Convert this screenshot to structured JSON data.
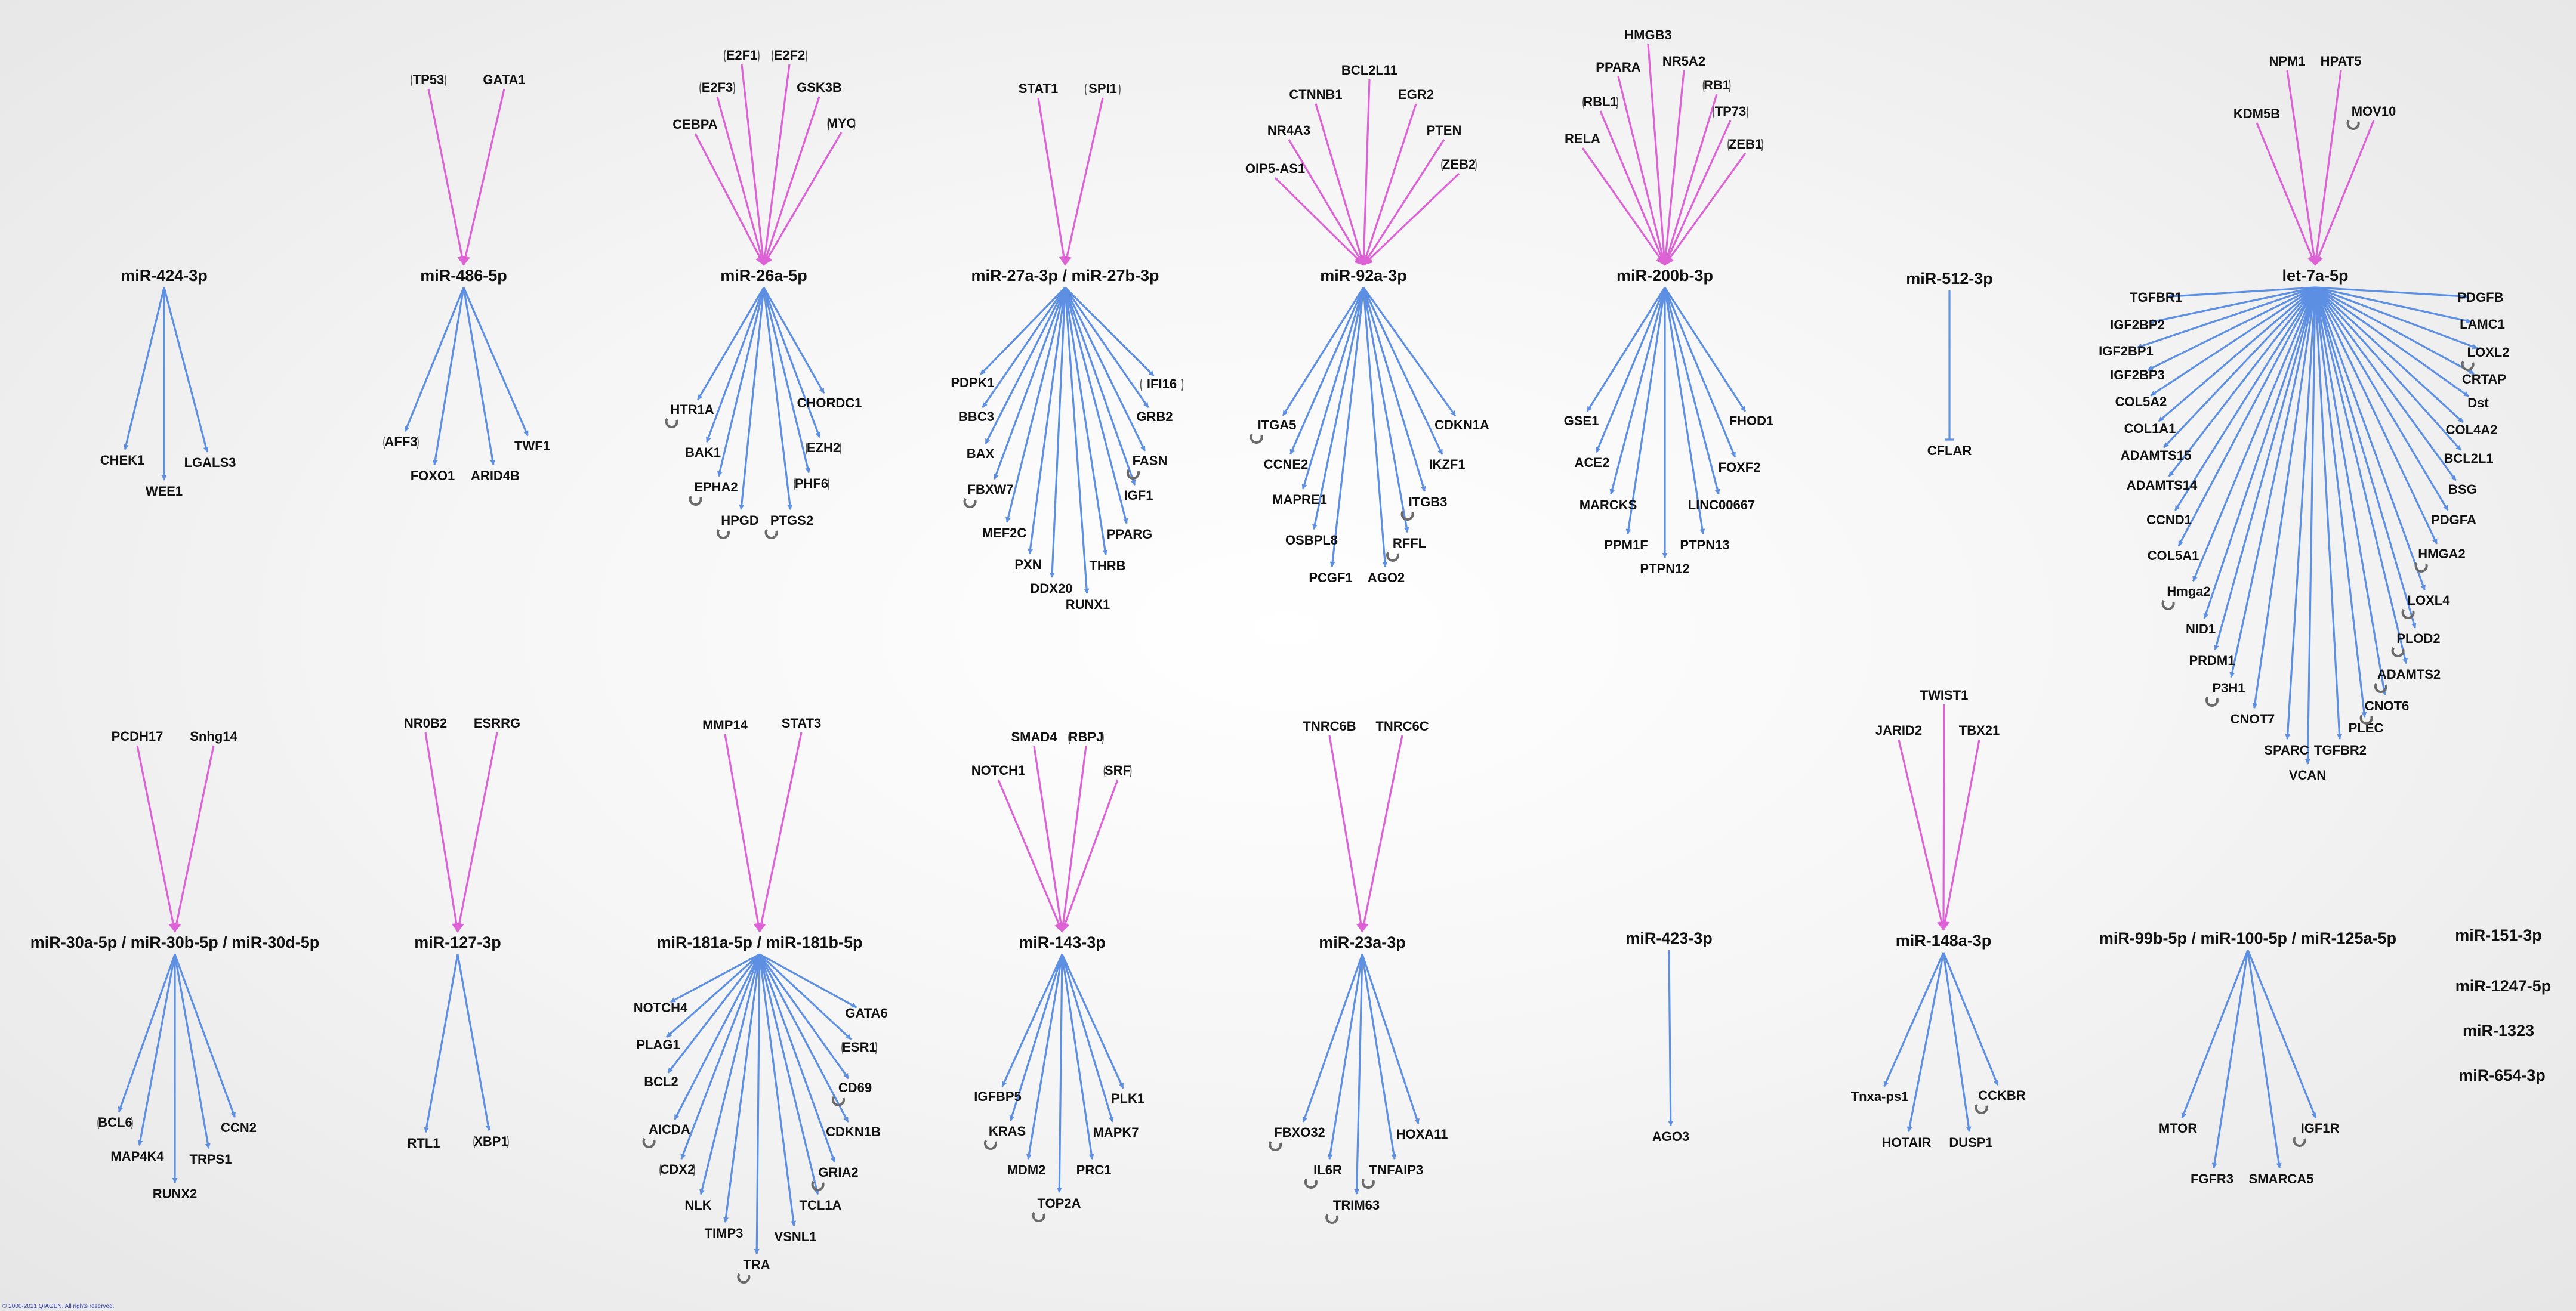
{
  "colors": {
    "upstream": "#dd62d6",
    "downstream": "#5d8fe3",
    "self_loop": "#6a6a6a",
    "text": "#111111"
  },
  "copyright": "© 2000-2021 QIAGEN. All rights reserved.",
  "clusters": [
    {
      "hub": "miR-424-3p",
      "upstream": [],
      "targets": [
        "CHEK1",
        "WEE1",
        "LGALS3"
      ]
    },
    {
      "hub": "miR-486-5p",
      "upstream": [
        "TP53",
        "GATA1"
      ],
      "targets": [
        "AFF3",
        "FOXO1",
        "ARID4B",
        "TWF1"
      ]
    },
    {
      "hub": "miR-26a-5p",
      "upstream": [
        "E2F1",
        "E2F2",
        "E2F3",
        "GSK3B",
        "CEBPA",
        "MYC"
      ],
      "targets": [
        "HTR1A",
        "BAK1",
        "EPHA2",
        "HPGD",
        "PTGS2",
        "PHF6",
        "EZH2",
        "CHORDC1"
      ]
    },
    {
      "hub": "miR-27a-3p / miR-27b-3p",
      "upstream": [
        "STAT1",
        "SPI1"
      ],
      "targets": [
        "PDPK1",
        "BBC3",
        "BAX",
        "FBXW7",
        "MEF2C",
        "PXN",
        "DDX20",
        "RUNX1",
        "THRB",
        "PPARG",
        "IGF1",
        "FASN",
        "GRB2",
        "IFI16"
      ]
    },
    {
      "hub": "miR-92a-3p",
      "upstream": [
        "BCL2L11",
        "CTNNB1",
        "EGR2",
        "NR4A3",
        "PTEN",
        "OIP5-AS1",
        "ZEB2"
      ],
      "targets": [
        "ITGA5",
        "CCNE2",
        "MAPRE1",
        "OSBPL8",
        "PCGF1",
        "AGO2",
        "RFFL",
        "ITGB3",
        "IKZF1",
        "CDKN1A"
      ]
    },
    {
      "hub": "miR-200b-3p",
      "upstream": [
        "HMGB3",
        "PPARA",
        "NR5A2",
        "RB1",
        "RBL1",
        "TP73",
        "RELA",
        "ZEB1"
      ],
      "targets": [
        "GSE1",
        "ACE2",
        "MARCKS",
        "PPM1F",
        "PTPN12",
        "PTPN13",
        "LINC00667",
        "FOXF2",
        "FHOD1"
      ]
    },
    {
      "hub": "miR-512-3p",
      "upstream": [],
      "targets": [
        "CFLAR"
      ]
    },
    {
      "hub": "let-7a-5p",
      "upstream": [
        "NPM1",
        "HPAT5",
        "KDM5B",
        "MOV10"
      ],
      "targets": [
        "TGFBR1",
        "IGF2BP2",
        "IGF2BP1",
        "IGF2BP3",
        "COL5A2",
        "COL1A1",
        "ADAMTS15",
        "ADAMTS14",
        "CCND1",
        "COL5A1",
        "Hmga2",
        "NID1",
        "PRDM1",
        "P3H1",
        "CNOT7",
        "SPARC",
        "VCAN",
        "TGFBR2",
        "PLEC",
        "CNOT6",
        "ADAMTS2",
        "PLOD2",
        "LOXL4",
        "HMGA2",
        "PDGFA",
        "BSG",
        "BCL2L1",
        "COL4A2",
        "Dst",
        "CRTAP",
        "LOXL2",
        "LAMC1",
        "PDGFB"
      ]
    },
    {
      "hub": "miR-30a-5p / miR-30b-5p / miR-30d-5p",
      "upstream": [
        "PCDH17",
        "Snhg14"
      ],
      "targets": [
        "BCL6",
        "MAP4K4",
        "RUNX2",
        "TRPS1",
        "CCN2"
      ]
    },
    {
      "hub": "miR-127-3p",
      "upstream": [
        "NR0B2",
        "ESRRG"
      ],
      "targets": [
        "RTL1",
        "XBP1"
      ]
    },
    {
      "hub": "miR-181a-5p / miR-181b-5p",
      "upstream": [
        "MMP14",
        "STAT3"
      ],
      "targets": [
        "NOTCH4",
        "PLAG1",
        "BCL2",
        "AICDA",
        "CDX2",
        "NLK",
        "TIMP3",
        "TRA",
        "VSNL1",
        "TCL1A",
        "GRIA2",
        "CDKN1B",
        "CD69",
        "ESR1",
        "GATA6"
      ]
    },
    {
      "hub": "miR-143-3p",
      "upstream": [
        "SMAD4",
        "RBPJ",
        "NOTCH1",
        "SRF"
      ],
      "targets": [
        "IGFBP5",
        "KRAS",
        "MDM2",
        "TOP2A",
        "PRC1",
        "MAPK7",
        "PLK1"
      ]
    },
    {
      "hub": "miR-23a-3p",
      "upstream": [
        "TNRC6B",
        "TNRC6C"
      ],
      "targets": [
        "FBXO32",
        "IL6R",
        "TRIM63",
        "TNFAIP3",
        "HOXA11"
      ]
    },
    {
      "hub": "miR-423-3p",
      "upstream": [],
      "targets": [
        "AGO3"
      ]
    },
    {
      "hub": "miR-148a-3p",
      "upstream": [
        "TWIST1",
        "JARID2",
        "TBX21"
      ],
      "targets": [
        "Tnxa-ps1",
        "HOTAIR",
        "DUSP1",
        "CCKBR"
      ]
    },
    {
      "hub": "miR-99b-5p / miR-100-5p / miR-125a-5p",
      "upstream": [],
      "targets": [
        "MTOR",
        "FGFR3",
        "SMARCA5",
        "IGF1R"
      ]
    }
  ],
  "standalone": [
    "miR-151-3p",
    "miR-1247-5p",
    "miR-1323",
    "miR-654-3p"
  ]
}
